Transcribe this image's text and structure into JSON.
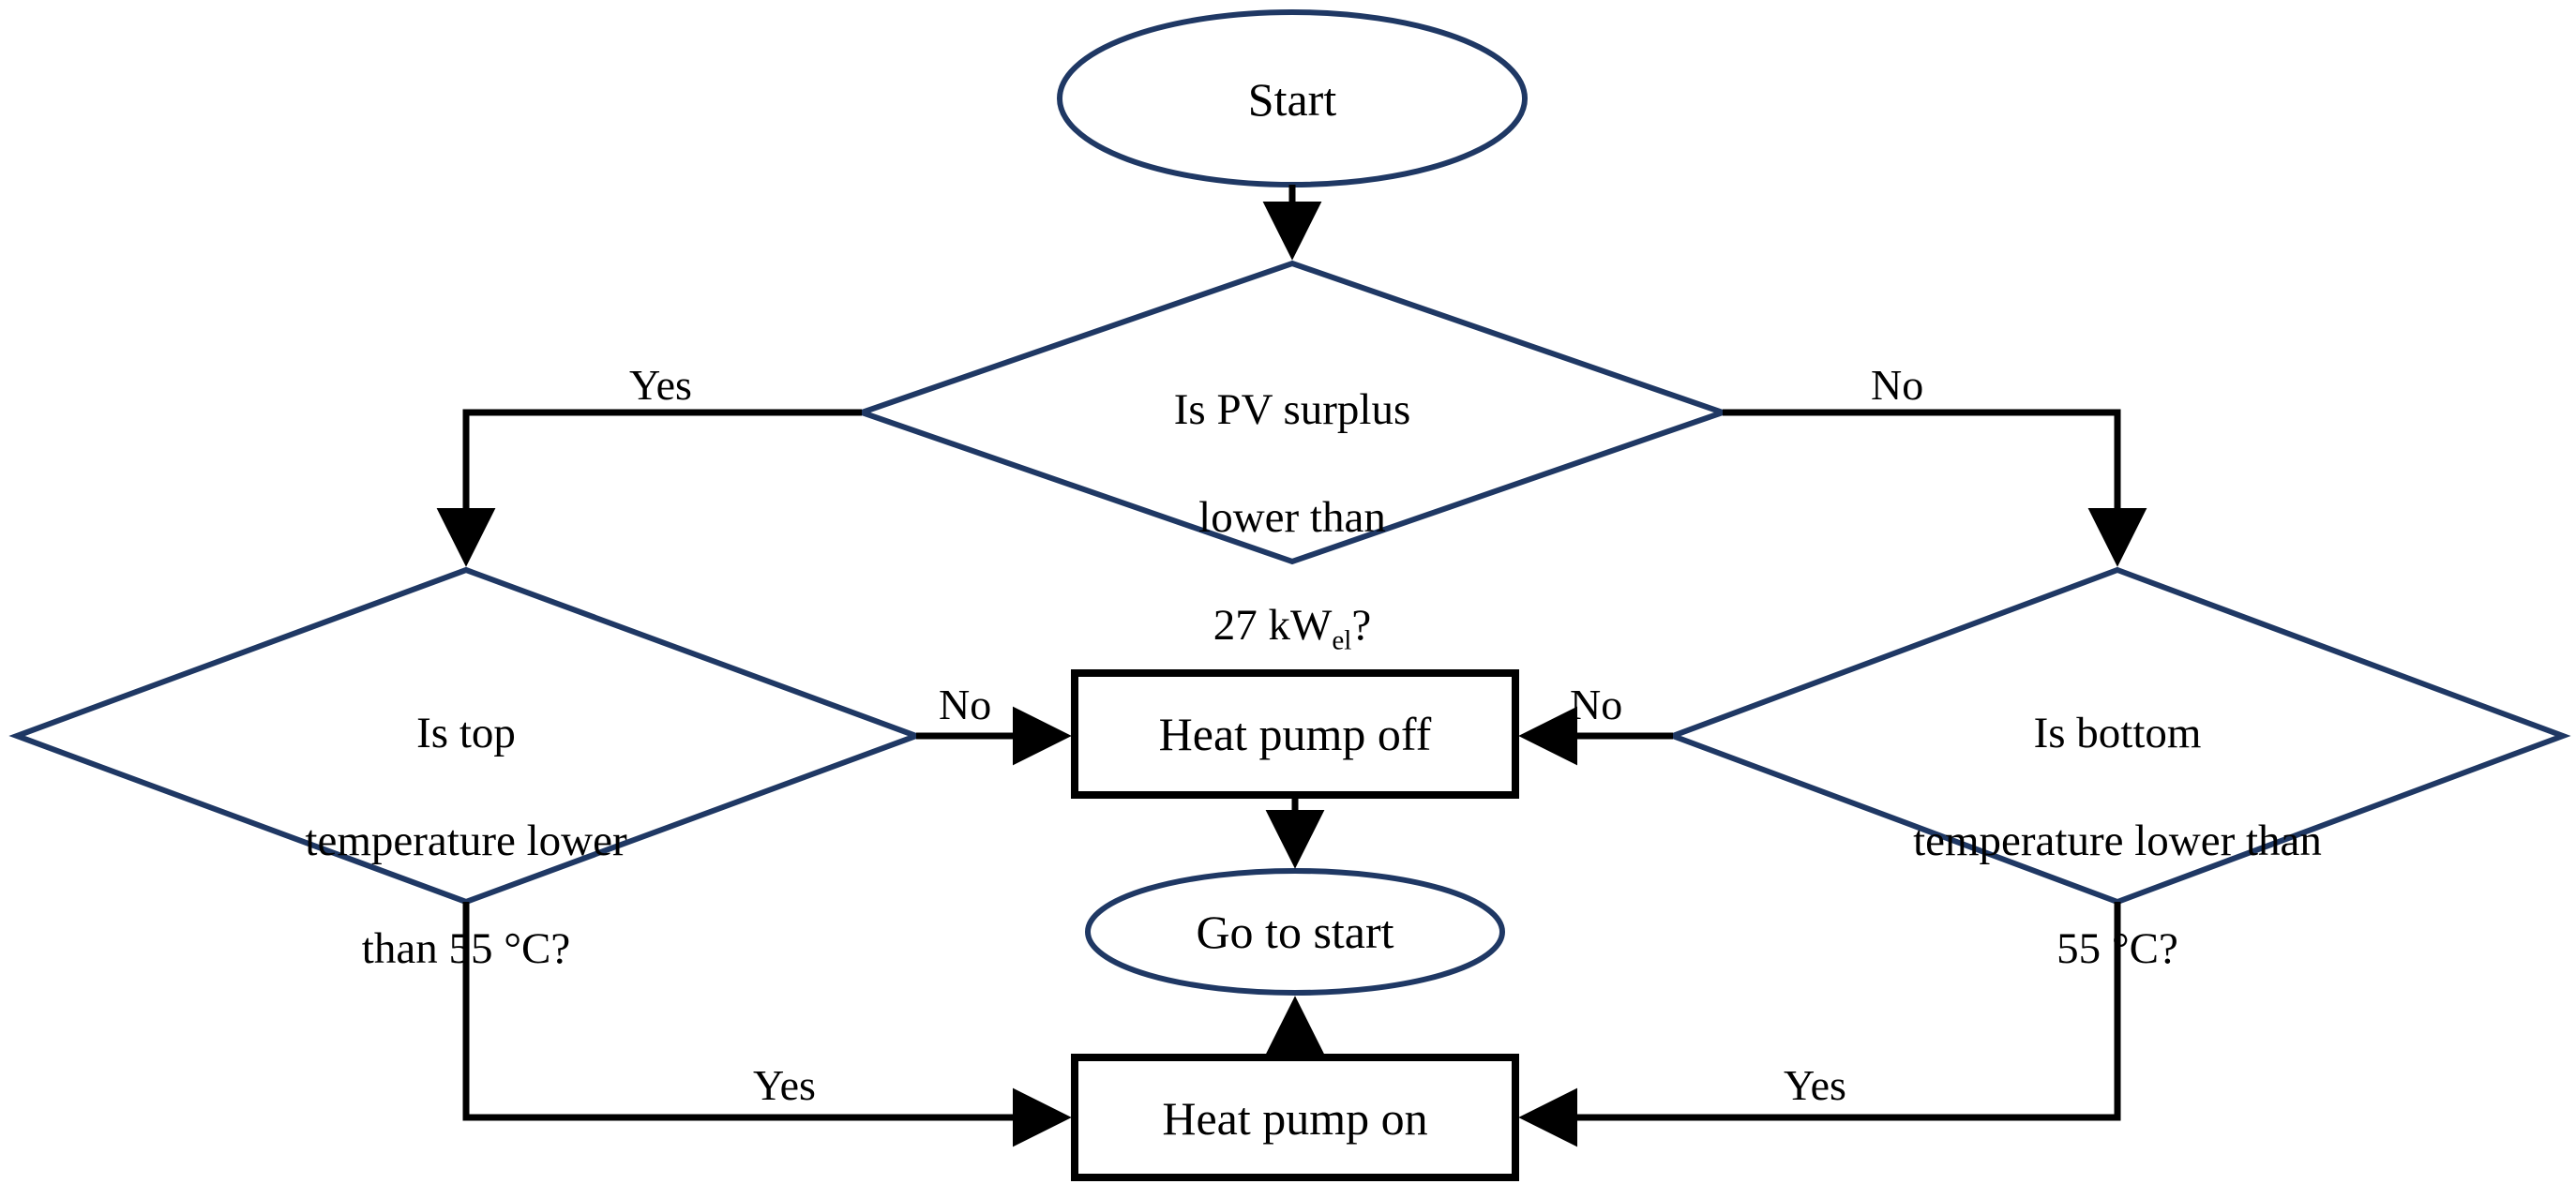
{
  "diagram": {
    "title": "Heat pump control flowchart",
    "colors": {
      "terminator_stroke": "#1F3864",
      "decision_stroke": "#1F3864",
      "process_stroke": "#000000",
      "connector_stroke": "#000000",
      "text": "#000000",
      "background": "#FFFFFF"
    }
  },
  "nodes": {
    "start": {
      "type": "terminator",
      "label": "Start"
    },
    "pv_surplus": {
      "type": "decision",
      "line1": "Is PV surplus",
      "line2": "lower than",
      "line3_value": "27 kW",
      "line3_sub": "el",
      "line3_tail": "?"
    },
    "top_temp": {
      "type": "decision",
      "line1": "Is top",
      "line2": "temperature lower",
      "line3": "than 55 °C?"
    },
    "bottom_temp": {
      "type": "decision",
      "line1": "Is bottom",
      "line2": "temperature lower than",
      "line3": "55 °C?"
    },
    "heat_pump_off": {
      "type": "process",
      "label": "Heat pump off"
    },
    "heat_pump_on": {
      "type": "process",
      "label": "Heat pump on"
    },
    "go_to_start": {
      "type": "terminator",
      "label": "Go to start"
    }
  },
  "edges": {
    "pv_yes": "Yes",
    "pv_no": "No",
    "top_no": "No",
    "bottom_no": "No",
    "top_yes": "Yes",
    "bottom_yes": "Yes"
  }
}
